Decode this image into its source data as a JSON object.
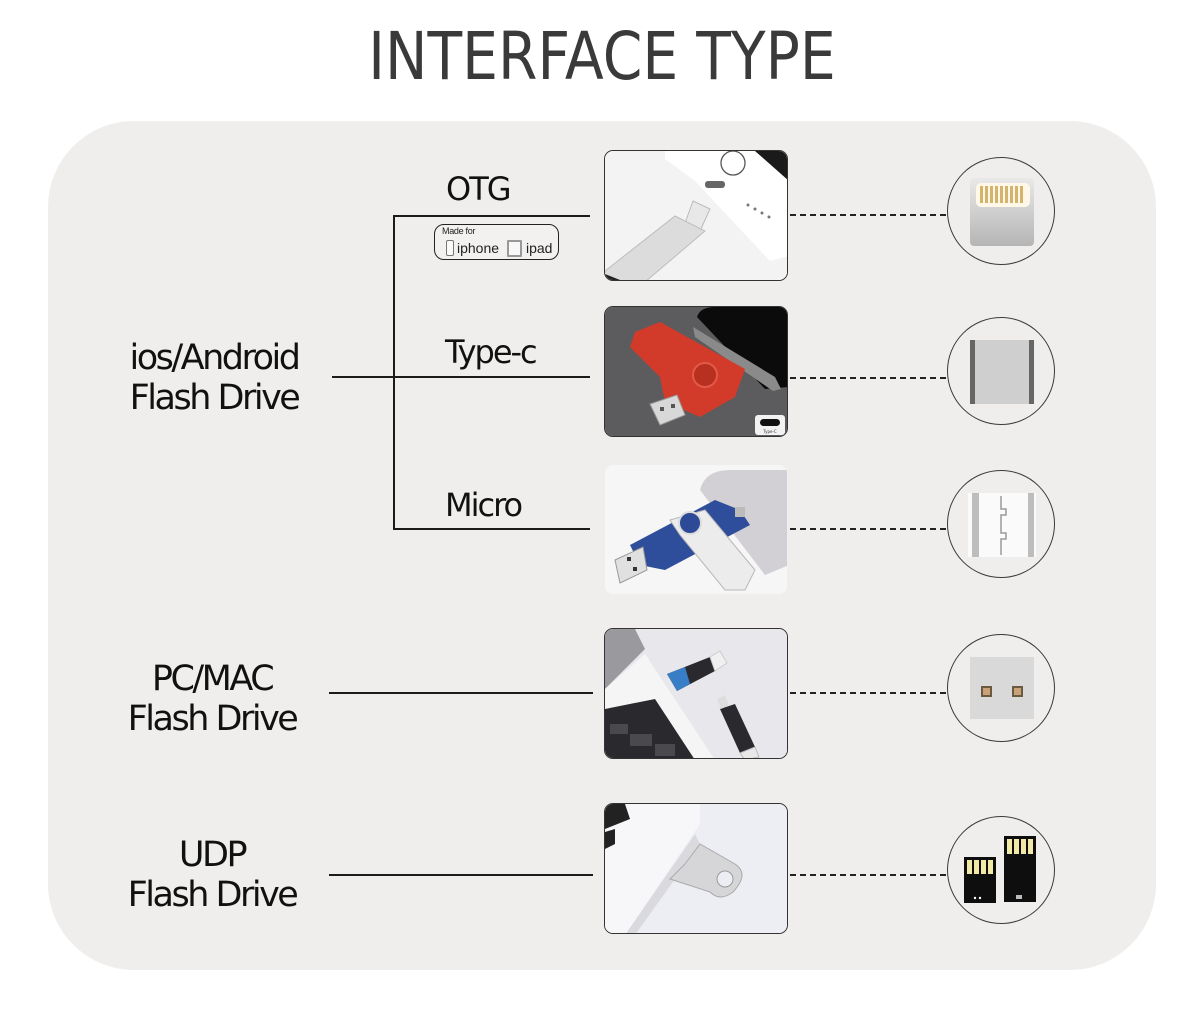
{
  "title": "INTERFACE TYPE",
  "categories": [
    {
      "id": "ios-android",
      "label_line1": "ios/Android",
      "label_line2": "Flash Drive",
      "branches": [
        {
          "label": "OTG",
          "badge": {
            "made_for": "Made for",
            "device1": "iphone",
            "device2": "ipad"
          },
          "photo": "lightning-flash-drive-photo",
          "connector": "lightning-connector-icon"
        },
        {
          "label": "Type-c",
          "photo_badge": "Type-C",
          "photo": "red-swivel-type-c-drive-photo",
          "connector": "usb-c-connector-icon"
        },
        {
          "label": "Micro",
          "photo": "blue-swivel-micro-usb-drive-photo",
          "connector": "micro-usb-connector-icon"
        }
      ]
    },
    {
      "id": "pc-mac",
      "label_line1": "PC/MAC",
      "label_line2": "Flash Drive",
      "photo": "black-usb-drive-laptop-photo",
      "connector": "usb-a-connector-icon"
    },
    {
      "id": "udp",
      "label_line1": "UDP",
      "label_line2": "Flash Drive",
      "photo": "metal-keyring-drive-photo",
      "connector": "udp-chip-icon"
    }
  ],
  "colors": {
    "title": "#3a3a3a",
    "panel": "#efeeed",
    "lines": "#1b1b1b",
    "red_drive": "#d6402e",
    "blue_drive": "#2f4f9e"
  }
}
